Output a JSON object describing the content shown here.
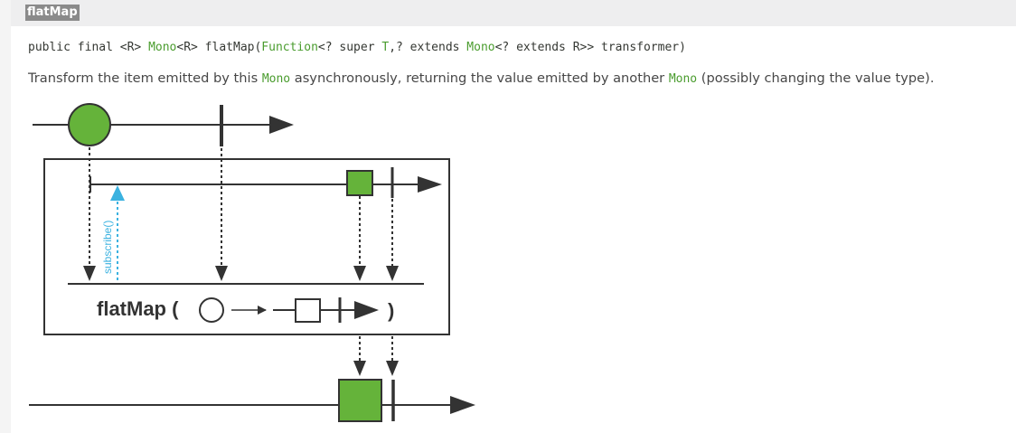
{
  "method": {
    "name": "flatMap"
  },
  "signature": {
    "prefix": "public final <R> ",
    "return_type": "Mono",
    "return_generic": "<R> flatMap(",
    "param_type": "Function",
    "param_generic_1": "<? super ",
    "type_t": "T",
    "param_generic_2": ",? extends ",
    "inner_type": "Mono",
    "param_generic_3": "<? extends R>> transformer)"
  },
  "description": {
    "part1": "Transform the item emitted by this ",
    "code1": "Mono",
    "part2": " asynchronously, returning the value emitted by another ",
    "code2": "Mono",
    "part3": " (possibly changing the value type)."
  },
  "diagram": {
    "operator_label": "flatMap (",
    "closing_paren": ")",
    "subscribe_label": "subscribe()",
    "colors": {
      "item_green": "#65b33a",
      "subscribe_blue": "#3bb2e0",
      "line": "#333333"
    }
  }
}
